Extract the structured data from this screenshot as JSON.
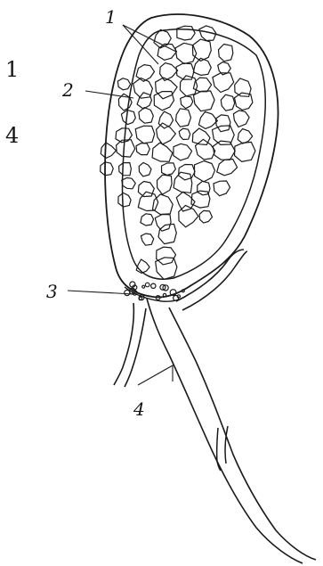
{
  "margin_numbers": [
    "1",
    "4"
  ],
  "figure": {
    "labels": {
      "label_1": "1",
      "label_2": "2",
      "label_3": "3",
      "label_4": "4"
    },
    "ink_color": "#1a1a1a",
    "paper_color": "#ffffff"
  }
}
